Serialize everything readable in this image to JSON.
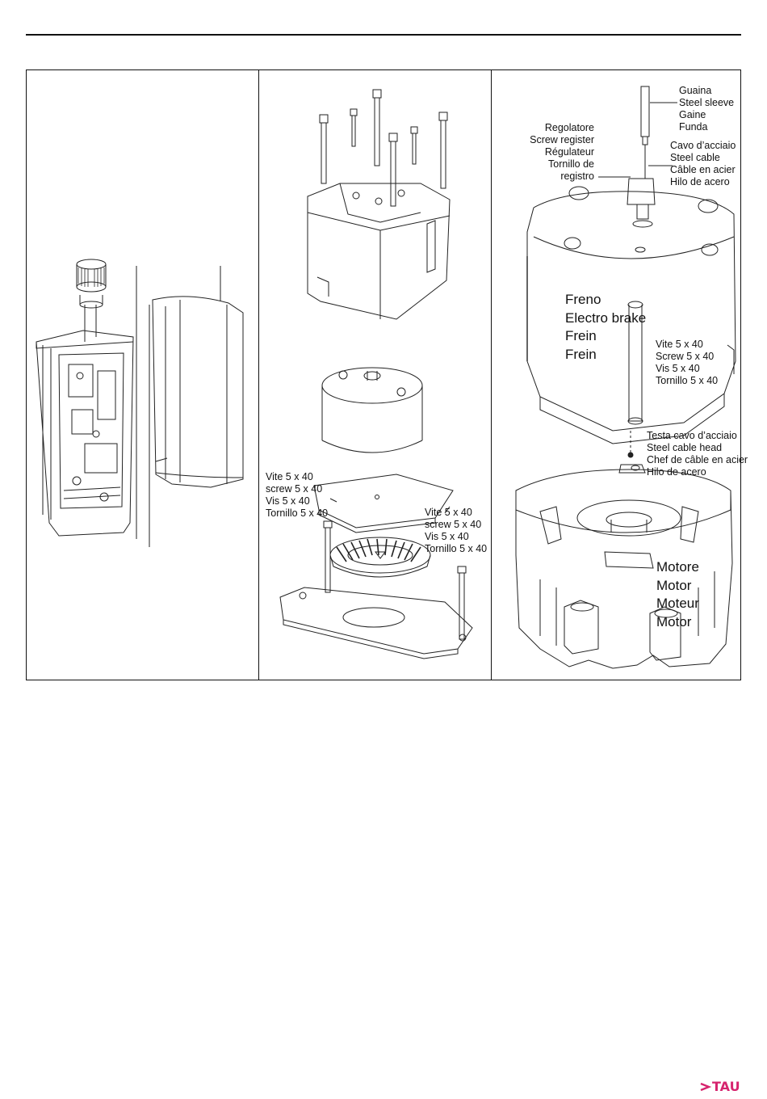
{
  "panel2": {
    "screw_upper_left": [
      "Vite 5 x 40",
      "screw 5 x 40",
      "Vis 5 x 40",
      "Tornillo 5 x 40"
    ],
    "screw_lower_right": [
      "Vite 5 x 40",
      "screw 5 x 40",
      "Vis 5 x 40",
      "Tornillo 5 x 40"
    ]
  },
  "panel3": {
    "sleeve": [
      "Guaina",
      "Steel sleeve",
      "Gaine",
      "Funda"
    ],
    "cable": [
      "Cavo d’acciaio",
      "Steel cable",
      "Câble en acier",
      "Hilo de acero"
    ],
    "register": [
      "Regolatore",
      "Screw register",
      "Régulateur",
      "Tornillo de",
      "registro"
    ],
    "brake": [
      "Freno",
      "Electro brake",
      "Frein",
      "Frein"
    ],
    "screw": [
      "Vite 5 x 40",
      "Screw 5 x 40",
      "Vis 5 x 40",
      "Tornillo 5 x 40"
    ],
    "cable_head": [
      "Testa cavo d’acciaio",
      "Steel cable head",
      "Chef de câble en acier",
      "Hilo de acero"
    ],
    "motor": [
      "Motore",
      "Motor",
      "Moteur",
      "Motor"
    ]
  },
  "brand": {
    "logo_text": "TAU",
    "logo_color": "#d6246e"
  }
}
